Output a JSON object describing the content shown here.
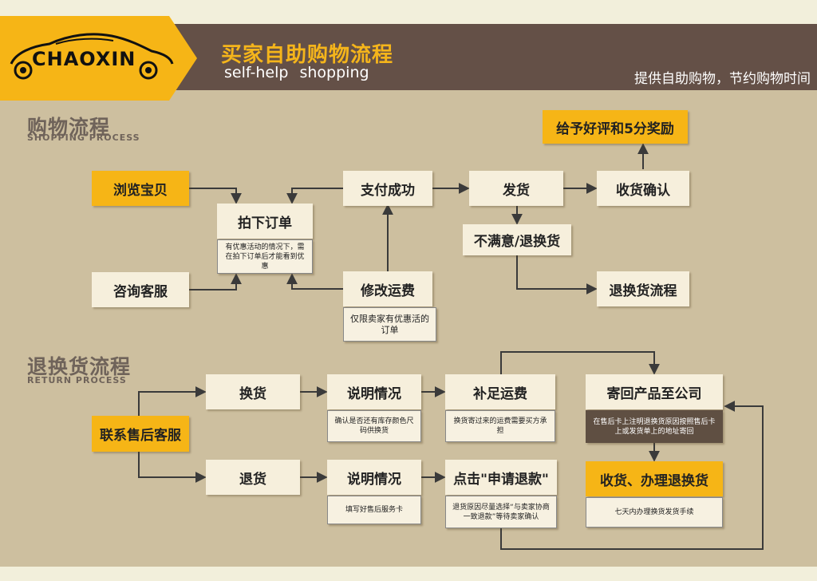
{
  "header": {
    "title": "买家自助购物流程",
    "subtitle": "self-help shopping",
    "slogan": "提供自助购物，节约购物时间",
    "brand": "CHAOXIN"
  },
  "shopping": {
    "title": "购物流程",
    "subtitle": "SHOPPING PROCESS",
    "browse": "浏览宝贝",
    "consult": "咨询客服",
    "order": "拍下订单",
    "order_note": "有优惠活动的情况下，需在拍下订单后才能看到优惠",
    "pay": "支付成功",
    "modify": "修改运费",
    "modify_note": "仅限卖家有优惠活的订单",
    "ship": "发货",
    "unsatisfied": "不满意/退换货",
    "receive": "收货确认",
    "review": "给予好评和5分奖励",
    "return_flow": "退换货流程"
  },
  "returns": {
    "title": "退换货流程",
    "subtitle": "RETURN PROCESS",
    "contact": "联系售后客服",
    "exchange": "换货",
    "refund": "退货",
    "explain1": "说明情况",
    "explain1_note": "确认是否还有库存颜色尺码供换货",
    "explain2": "说明情况",
    "explain2_note": "填写好售后服务卡",
    "shipping_fee": "补足运费",
    "shipping_fee_note": "换货寄过来的运费需要买方承担",
    "apply_refund": "点击\"申请退款\"",
    "apply_refund_note": "退货原因尽量选择“与卖家协商一致退款”等待卖家确认",
    "send_back": "寄回产品至公司",
    "send_back_note": "在售后卡上注明退换货原因按照售后卡上或发货单上的地址寄回",
    "handle": "收货、办理退换货",
    "handle_note": "七天内办理换货发货手续"
  },
  "colors": {
    "accent": "#f6b516",
    "header_bg": "#645047",
    "panel_bg": "#cdbf9f",
    "title_color": "#f5b51b"
  }
}
